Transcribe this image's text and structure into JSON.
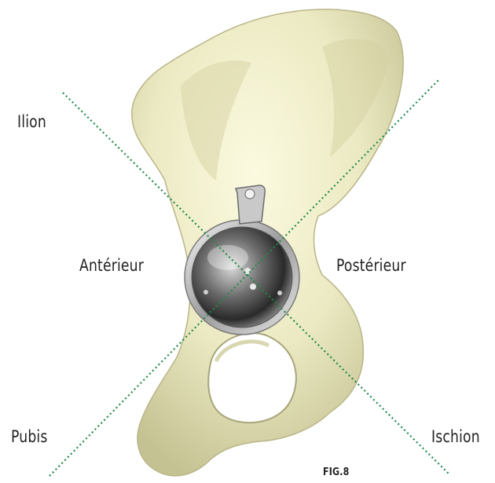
{
  "labels": {
    "ilion": "Ilion",
    "anterieur": "Antérieur",
    "posterieur": "Postérieur",
    "pubis": "Pubis",
    "ischion": "Ischion",
    "figure": "FIG.8"
  },
  "colors": {
    "bone": "#efedc8",
    "bone_shadow": "#c9c69a",
    "axis_line": "#1f8a4a",
    "text": "#222222"
  }
}
